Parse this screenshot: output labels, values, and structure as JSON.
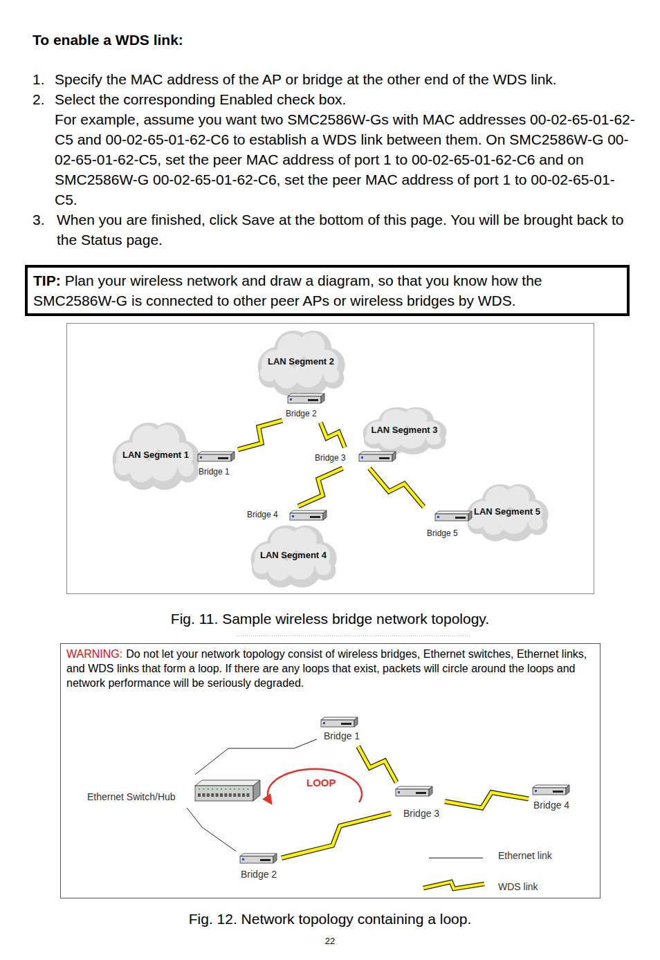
{
  "diagram": {
    "title": "To enable a WDS link:",
    "nodes": [
      {
        "text": [
          "TIP:",
          "Plan your wireless network and draw a diagram, so that you know how the SMC2586W-G is connected to other peer APs or wireless bridges by WDS."
        ]
      },
      {
        "text": [
          "LAN Segment 1"
        ]
      },
      {
        "text": [
          "Bridge 1"
        ]
      },
      {
        "text": [
          "LAN Segment 2"
        ]
      },
      {
        "text": [
          "Bridge 2"
        ]
      },
      {
        "text": [
          "LAN Segment 3"
        ]
      },
      {
        "text": [
          "Bridge 3"
        ]
      },
      {
        "text": [
          "LAN Segment 4"
        ]
      },
      {
        "text": [
          "Bridge 4"
        ]
      },
      {
        "text": [
          "LAN Segment 5"
        ]
      },
      {
        "text": [
          "Bridge 5"
        ]
      },
      {
        "text": [
          "WARNING:",
          "Do not let your network topology consist of wireless bridges, Ethernet switches, Ethernet links, and WDS links that form a loop. If there are any loops that exist, packets will circle around the loops and network performance will be seriously degraded."
        ]
      },
      {
        "text": [
          "Bridge 1"
        ],
        "in": 11
      },
      {
        "text": [
          "Ethernet Switch/Hub"
        ],
        "in": 11
      },
      {
        "text": [
          "Bridge 3"
        ],
        "in": 11
      },
      {
        "text": [
          "Bridge 4"
        ],
        "in": 11
      },
      {
        "text": [
          "Bridge 2"
        ],
        "in": 11
      }
    ],
    "edges": [
      {
        "from": 2,
        "to": 4,
        "arrow": "none"
      },
      {
        "from": 4,
        "to": 6,
        "arrow": "none"
      },
      {
        "from": 6,
        "to": 8,
        "arrow": "none"
      },
      {
        "from": 6,
        "to": 10,
        "arrow": "none"
      },
      {
        "from": 13,
        "to": 12,
        "arrow": "none"
      },
      {
        "from": 13,
        "to": 16,
        "arrow": "none"
      },
      {
        "from": 12,
        "to": 14,
        "arrow": "none"
      },
      {
        "from": 16,
        "to": 14,
        "arrow": "none"
      },
      {
        "from": 14,
        "to": 15,
        "arrow": "none"
      }
    ],
    "labels": [
      "1.",
      "Specify the MAC address of the AP or bridge at the other end of the WDS link.",
      "2.",
      "Select the corresponding Enabled check box.",
      "For example, assume you want two SMC2586W-Gs with MAC addresses 00-02-65-01-62-C5 and 00-02-65-01-62-C6 to establish a WDS link between them. On SMC2586W-G 00-02-65-01-62-C5, set the peer MAC address of port 1 to 00-02-65-01-62-C6 and on SMC2586W-G 00-02-65-01-62-C6, set the peer MAC address of port 1 to 00-02-65-01-C5.",
      "3.",
      "When you are finished, click Save at the bottom of this page. You will be brought back to the Status page.",
      "Fig. 11. Sample wireless bridge network topology.",
      "LOOP",
      "Fig. 12. Network topology containing a loop.",
      "22"
    ],
    "legend": [
      {
        "text": "Ethernet link"
      },
      {
        "text": "WDS link"
      }
    ]
  }
}
